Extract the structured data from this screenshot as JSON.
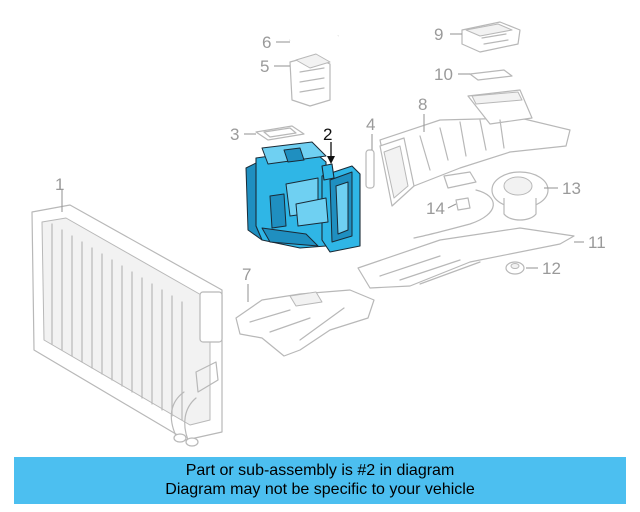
{
  "callouts": [
    "1",
    "2",
    "3",
    "4",
    "5",
    "6",
    "7",
    "8",
    "9",
    "10",
    "11",
    "12",
    "13",
    "14"
  ],
  "highlight_color": "#2fb6e6",
  "banner": {
    "line1": "Part or sub-assembly is #2 in diagram",
    "line2": "Diagram may not be specific to your vehicle",
    "background": "#4cbff0"
  }
}
